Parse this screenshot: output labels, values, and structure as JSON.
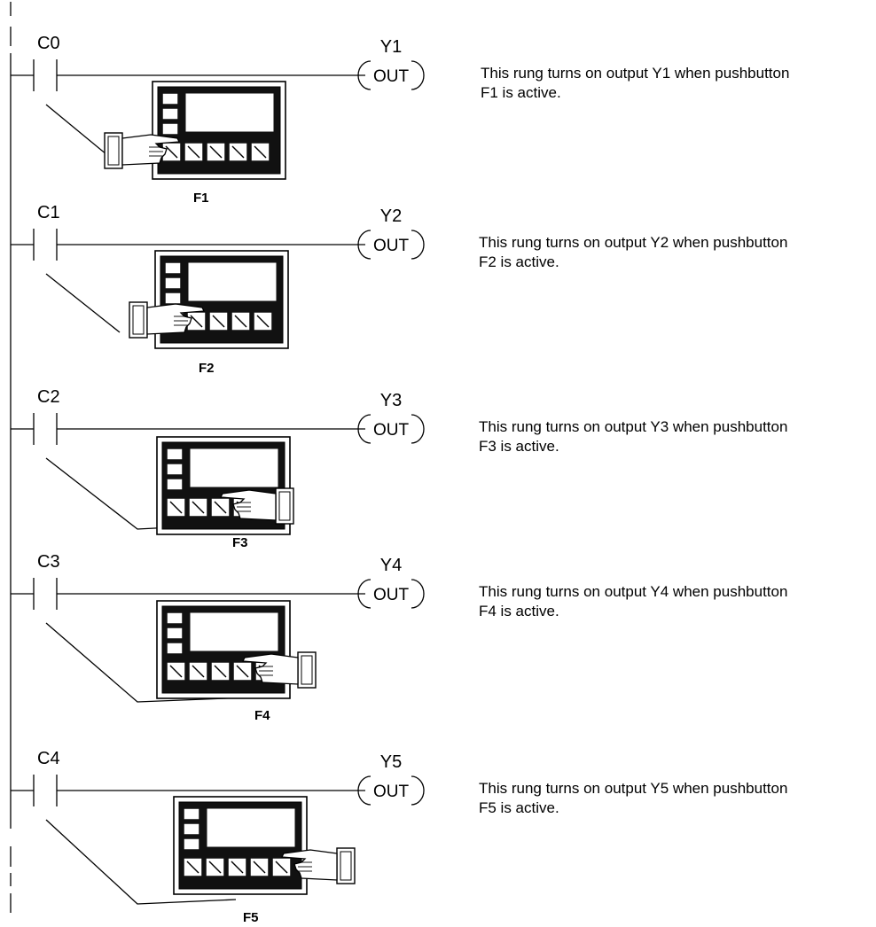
{
  "rungs": [
    {
      "contact": "C0",
      "coil": "Y1",
      "coil_text": "OUT",
      "key": "F1",
      "pressed_key": 1,
      "note": [
        "This rung turns on output Y1 when pushbutton",
        "F1 is active."
      ]
    },
    {
      "contact": "C1",
      "coil": "Y2",
      "coil_text": "OUT",
      "key": "F2",
      "pressed_key": 2,
      "note": [
        "This rung turns on output Y2 when pushbutton",
        "F2 is active."
      ]
    },
    {
      "contact": "C2",
      "coil": "Y3",
      "coil_text": "OUT",
      "key": "F3",
      "pressed_key": 3,
      "note": [
        "This rung turns on output Y3 when pushbutton",
        "F3 is active."
      ]
    },
    {
      "contact": "C3",
      "coil": "Y4",
      "coil_text": "OUT",
      "key": "F4",
      "pressed_key": 4,
      "note": [
        "This rung turns on output Y4 when pushbutton",
        "F4 is active."
      ]
    },
    {
      "contact": "C4",
      "coil": "Y5",
      "coil_text": "OUT",
      "key": "F5",
      "pressed_key": 5,
      "note": [
        "This rung turns on output Y5 when pushbutton",
        "F5 is active."
      ]
    }
  ]
}
